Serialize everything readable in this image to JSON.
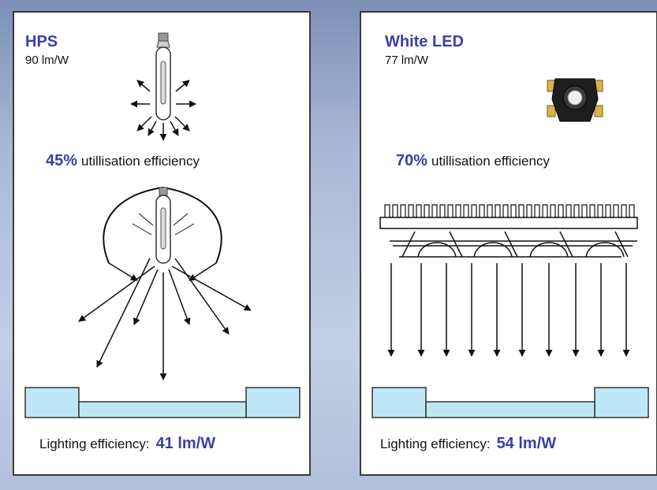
{
  "colors": {
    "accent": "#3b3fa8",
    "background": "#a9b8d6",
    "surface": "#bfe6f7"
  },
  "hps": {
    "title": "HPS",
    "rating": "90 lm/W",
    "utilisation_percent": "45%",
    "utilisation_label": "utillisation efficiency",
    "lighting_label": "Lighting efficiency:",
    "lighting_value": "41 lm/W",
    "icons": [
      "hps-bulb-icon",
      "reflector-icon",
      "light-ray-arrow-icon",
      "floor-surface-icon"
    ]
  },
  "led": {
    "title": "White LED",
    "rating": "77 lm/W",
    "utilisation_percent": "70%",
    "utilisation_label": "utillisation efficiency",
    "lighting_label": "Lighting efficiency:",
    "lighting_value": "54 lm/W",
    "icons": [
      "led-chip-icon",
      "heatsink-icon",
      "lens-array-icon",
      "light-ray-arrow-icon",
      "floor-surface-icon"
    ]
  }
}
